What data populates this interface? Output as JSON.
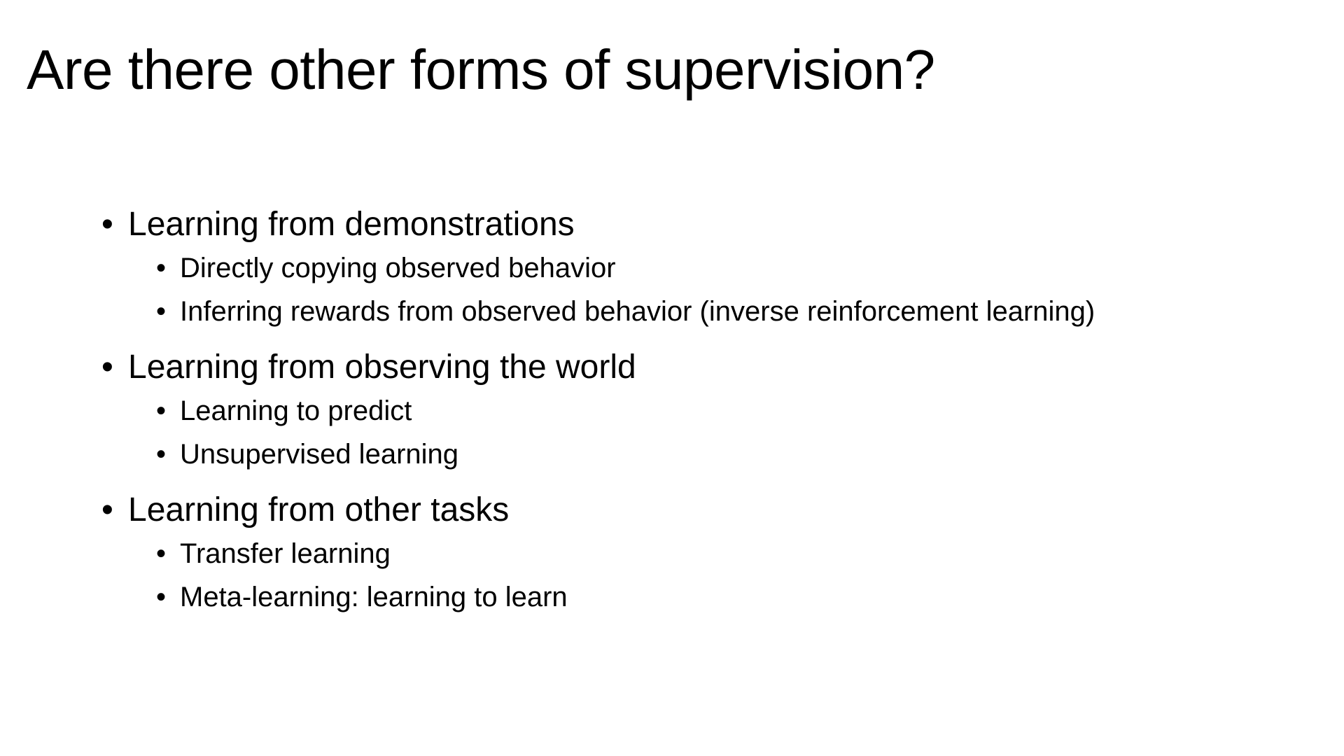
{
  "slide": {
    "title": "Are there other forms of supervision?",
    "bullet_glyph": "•",
    "items": [
      {
        "text": "Learning from demonstrations",
        "subitems": [
          "Directly copying observed behavior",
          "Inferring rewards from observed behavior (inverse reinforcement learning)"
        ]
      },
      {
        "text": "Learning from observing the world",
        "subitems": [
          "Learning to predict",
          "Unsupervised learning"
        ]
      },
      {
        "text": "Learning from other tasks",
        "subitems": [
          "Transfer learning",
          "Meta-learning: learning to learn"
        ]
      }
    ]
  }
}
